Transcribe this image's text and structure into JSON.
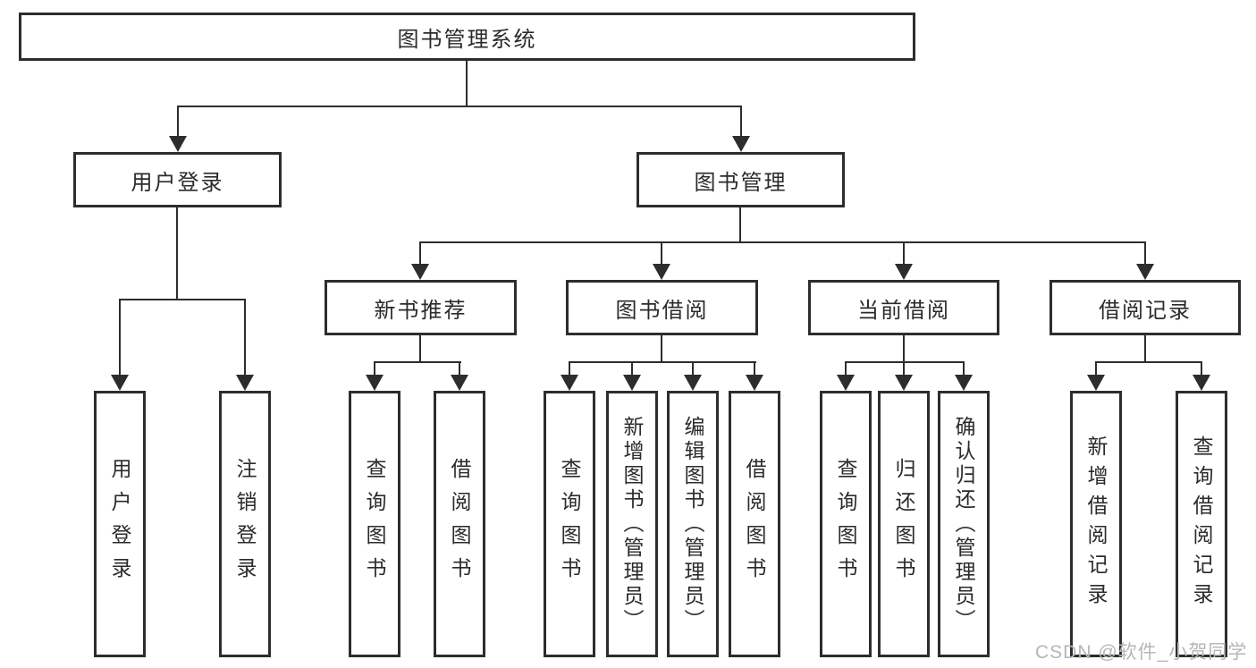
{
  "nodes": {
    "root": "图书管理系统",
    "user_login": "用户登录",
    "book_mgmt": "图书管理",
    "new_book_rec": "新书推荐",
    "book_borrow": "图书借阅",
    "current_borrow": "当前借阅",
    "borrow_record": "借阅记录",
    "ul_user_login": "用户登录",
    "ul_logout": "注销登录",
    "nb_query_book": "查询图书",
    "nb_borrow_book": "借阅图书",
    "bb_query_book": "查询图书",
    "bb_add_book": "新增图书（管理员）",
    "bb_edit_book": "编辑图书（管理员）",
    "bb_borrow_book": "借阅图书",
    "cb_query_book": "查询图书",
    "cb_return_book": "归还图书",
    "cb_confirm_return": "确认归还（管理员）",
    "br_add_record": "新增借阅记录",
    "br_query_record": "查询借阅记录"
  },
  "colors": {
    "stroke": "#2d2d2d",
    "text": "#2b2b2b",
    "watermark": "#b6b6b8",
    "background": "#ffffff"
  },
  "watermark": "CSDN @软件_小贺同学"
}
